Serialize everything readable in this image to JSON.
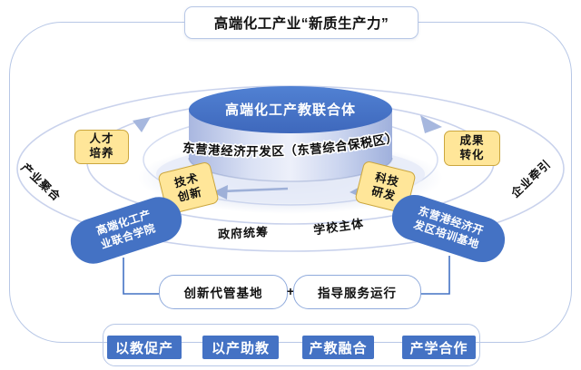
{
  "title": "高端化工产业“新质生产力”",
  "hub": {
    "cylinder_label": "高端化工产教联合体",
    "band_label": "东营港经济开发区（东营综合保税区）"
  },
  "factors": {
    "talent": "人才\n培养",
    "tech_innovation": "技术\n创新",
    "research": "科技\n研发",
    "achievement": "成果\n转化"
  },
  "orbit_labels": {
    "left": "产业聚合",
    "right": "企业牵引",
    "bottom_left": "政府统筹",
    "bottom_right": "学校主体"
  },
  "pills": {
    "left": "高端化工产\n业联合学院",
    "right": "东营港经济开\n发区培训基地"
  },
  "base_boxes": {
    "left": "创新代管基地",
    "plus": "+",
    "right": "指导服务运行"
  },
  "bottom_buttons": [
    {
      "label": "以教促产"
    },
    {
      "label": "以产助教"
    },
    {
      "label": "产教融合"
    },
    {
      "label": "产学合作"
    }
  ],
  "colors": {
    "primary_blue": "#4472C4",
    "frame_blue": "#B7C7E6",
    "yellow_fill": "#FFE699",
    "yellow_border": "#CBA63E",
    "ring": "#C9D2EC"
  }
}
